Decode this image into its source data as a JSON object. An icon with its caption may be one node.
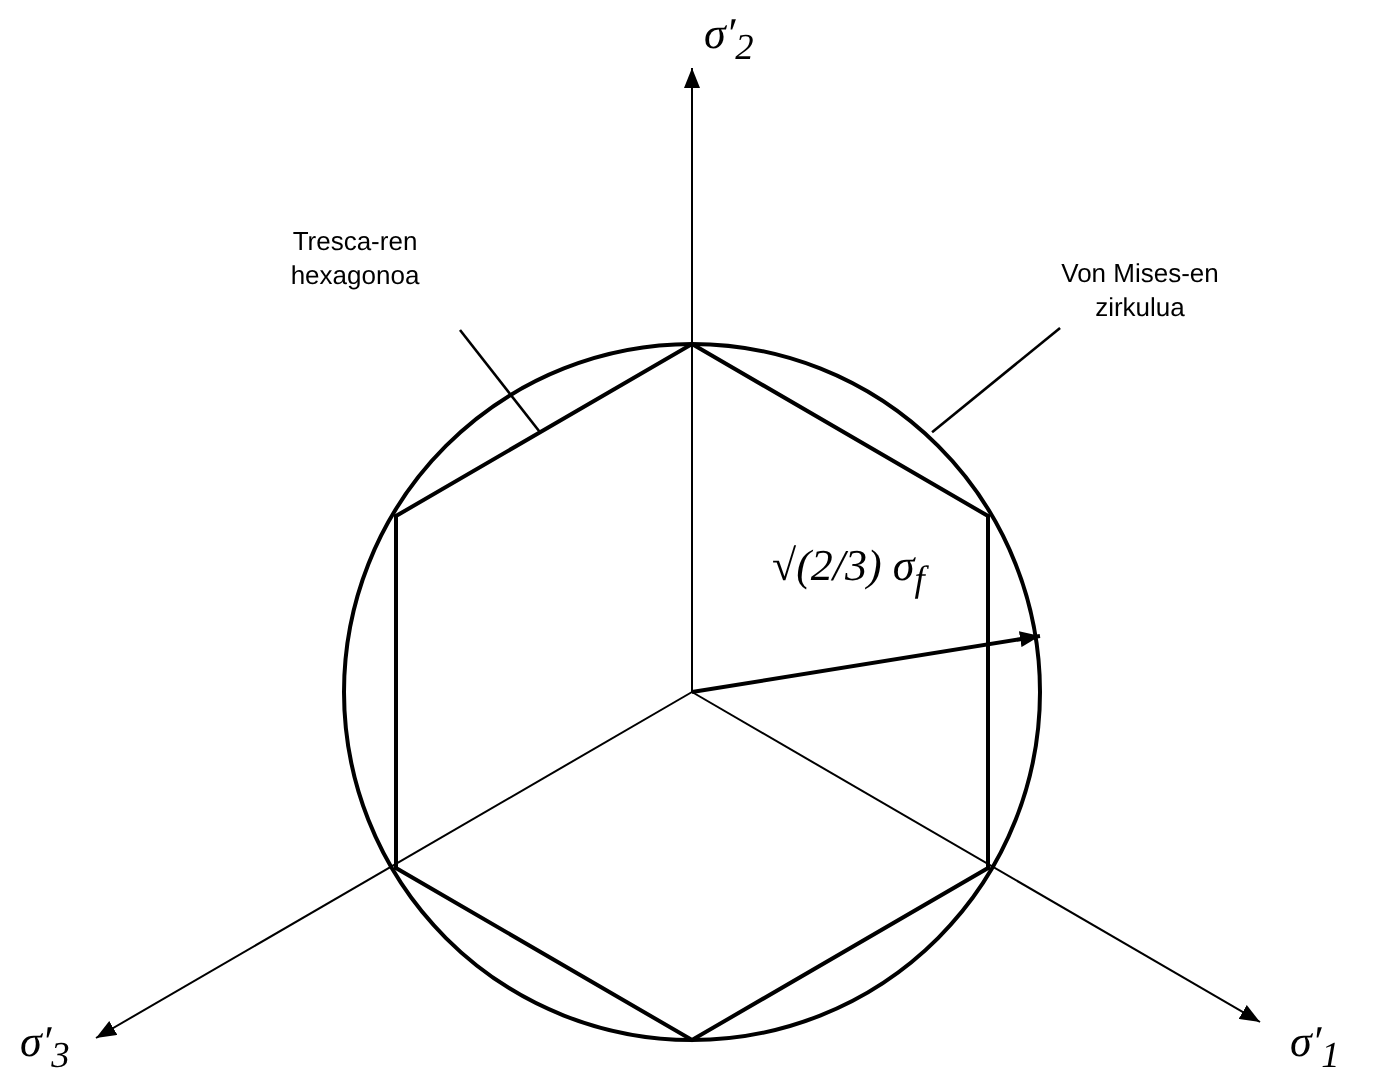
{
  "diagram": {
    "nodes": [
      {
        "text": [
          "Tresca-ren hexagonoa"
        ]
      },
      {
        "text": [
          "Von Mises-en zirkulua"
        ]
      },
      {
        "text": [],
        "shape": "circle"
      },
      {
        "text": [],
        "shape": "hexagon",
        "in": 2
      }
    ],
    "edges": [
      {
        "from": 0,
        "to": 3,
        "arrow": "none"
      },
      {
        "from": 1,
        "to": 2,
        "arrow": "none"
      }
    ],
    "labels": [
      "σ′$_{2}$",
      "√(2/3) σ$_{f}$",
      "σ′$_{3}$",
      "σ′$_{1}$"
    ]
  }
}
